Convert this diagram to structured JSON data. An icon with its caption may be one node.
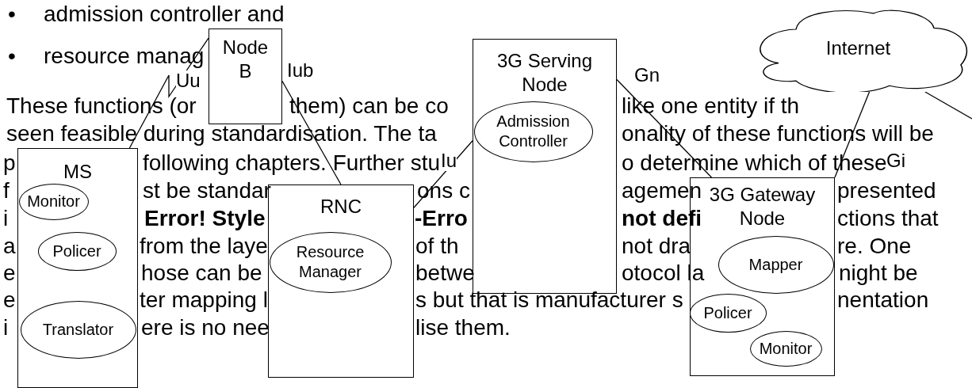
{
  "diagram": {
    "nodes": [
      {
        "text": [
          "Node B"
        ]
      },
      {
        "text": [
          "MS"
        ]
      },
      {
        "text": [
          "Monitor"
        ],
        "in": 1
      },
      {
        "text": [
          "Policer"
        ],
        "in": 1
      },
      {
        "text": [
          "Translator"
        ],
        "in": 1
      },
      {
        "text": [
          "RNC"
        ]
      },
      {
        "text": [
          "Resource Manager"
        ],
        "in": 5
      },
      {
        "text": [
          "3G Serving Node"
        ]
      },
      {
        "text": [
          "Admission Controller"
        ],
        "in": 7
      },
      {
        "text": [
          "3G Gateway Node"
        ]
      },
      {
        "text": [
          "Mapper"
        ],
        "in": 9
      },
      {
        "text": [
          "Policer"
        ],
        "in": 9
      },
      {
        "text": [
          "Monitor"
        ],
        "in": 9
      },
      {
        "text": [
          "Internet"
        ]
      }
    ],
    "edges": [
      {
        "from": 1,
        "to": 0,
        "arrow": "none",
        "label": "Uu"
      },
      {
        "from": 0,
        "to": 5,
        "arrow": "none",
        "label": "Iub"
      },
      {
        "from": 5,
        "to": 7,
        "arrow": "none",
        "label": "Iu"
      },
      {
        "from": 7,
        "to": 9,
        "arrow": "none",
        "label": "Gn"
      },
      {
        "from": 9,
        "to": 13,
        "arrow": "none",
        "label": "Gi"
      },
      {
        "from": 13,
        "to": null,
        "arrow": "none"
      }
    ],
    "labels": [
      "•",
      "admission controller and",
      "•",
      "resource manag",
      "These functions (or",
      "them) can be co",
      "like one entity if th",
      "seen feasible during standardisation. The ta",
      "onality of these functions will be",
      "p",
      "following chapters. Further stu",
      "o determine which of these",
      "f",
      "st be standar",
      "ons c",
      "agemen",
      "presented",
      "i",
      "Error! Style",
      "-Erro",
      "not defi",
      "ctions that",
      "a",
      "from the laye",
      "of th",
      "not dra",
      "re. One",
      "e",
      "hose can be",
      "betwe",
      "otocol la",
      "night be",
      "e",
      "ter mapping l",
      "s but that is manufacturer s",
      "nentation",
      "i",
      "ere is no nee",
      "lise them."
    ]
  }
}
